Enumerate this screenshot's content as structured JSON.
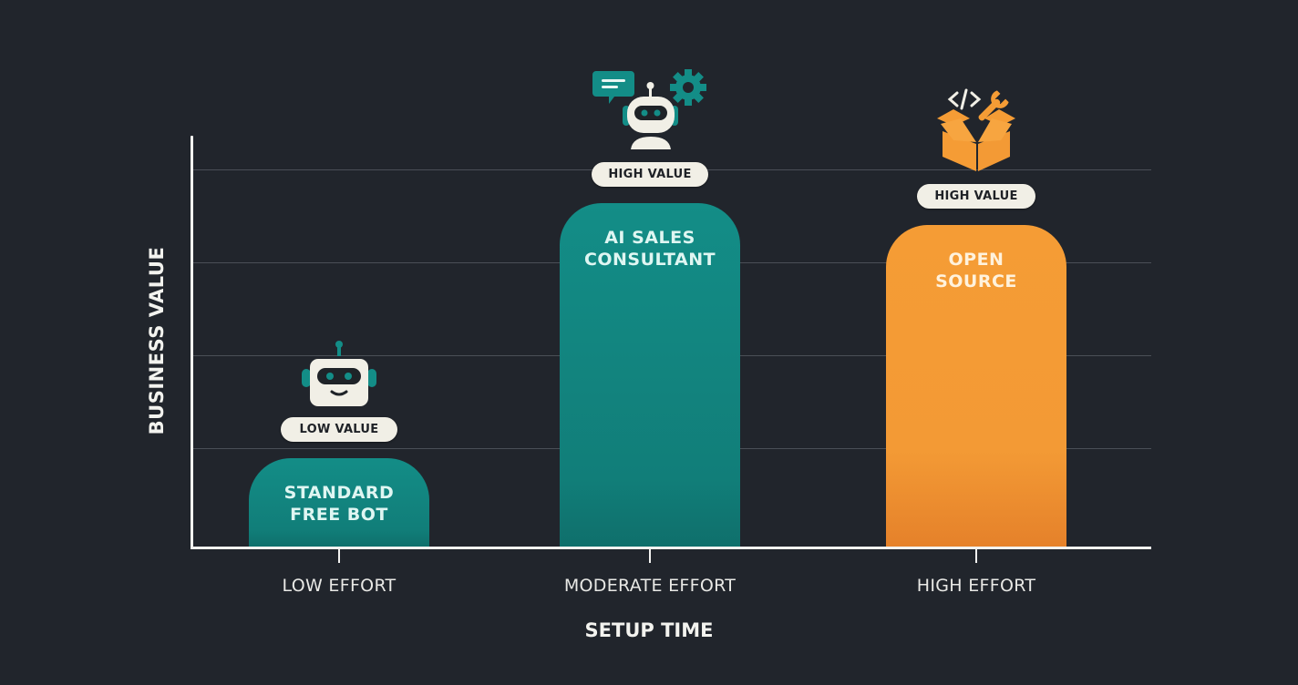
{
  "chart_data": {
    "type": "bar",
    "title": "",
    "xlabel": "SETUP TIME",
    "ylabel": "BUSINESS VALUE",
    "categories": [
      "LOW EFFORT",
      "MODERATE EFFORT",
      "HIGH EFFORT"
    ],
    "values": [
      1,
      3.7,
      3.5
    ],
    "ylim": [
      0,
      4.5
    ],
    "grid": true,
    "y_ticks_labeled": false,
    "bars": [
      {
        "category": "LOW EFFORT",
        "label": [
          "STANDARD",
          "FREE BOT"
        ],
        "badge": "LOW VALUE",
        "color": "#138d87",
        "icon": "simple-robot-icon"
      },
      {
        "category": "MODERATE EFFORT",
        "label": [
          "AI SALES",
          "CONSULTANT"
        ],
        "badge": "HIGH VALUE",
        "color": "#138d87",
        "icon": "robot-with-chat-and-gear-icon"
      },
      {
        "category": "HIGH EFFORT",
        "label": [
          "OPEN",
          "SOURCE"
        ],
        "badge": "HIGH VALUE",
        "color": "#f59c35",
        "icon": "open-box-with-code-and-wrench-icon"
      }
    ],
    "legend": null
  },
  "axes": {
    "x_label": "SETUP TIME",
    "y_label": "BUSINESS VALUE",
    "categories": [
      "LOW EFFORT",
      "MODERATE EFFORT",
      "HIGH EFFORT"
    ]
  },
  "bars": [
    {
      "line1": "STANDARD",
      "line2": "FREE BOT",
      "badge": "LOW VALUE"
    },
    {
      "line1": "AI SALES",
      "line2": "CONSULTANT",
      "badge": "HIGH VALUE"
    },
    {
      "line1": "OPEN",
      "line2": "SOURCE",
      "badge": "HIGH VALUE"
    }
  ],
  "colors": {
    "background": "#21252c",
    "teal": "#138d87",
    "orange": "#f59c35",
    "badge": "#f1efe6",
    "axis": "#f2f2f0"
  }
}
